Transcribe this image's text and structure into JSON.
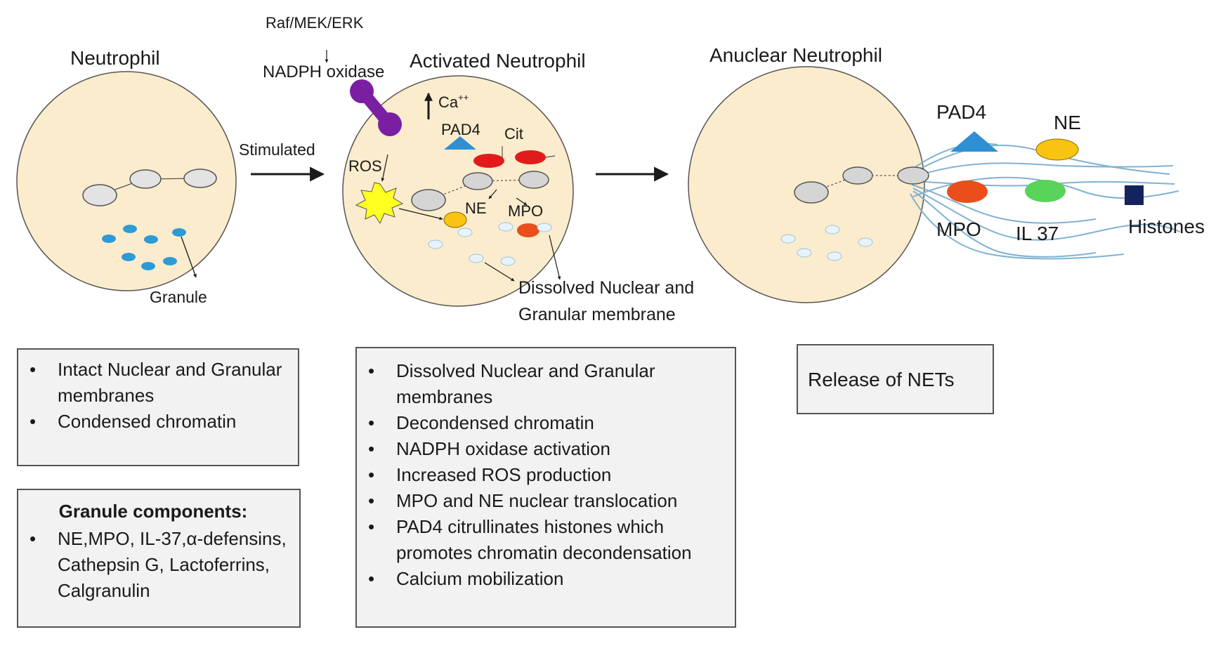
{
  "labels": {
    "neutrophil": "Neutrophil",
    "granule": "Granule",
    "stimulated": "Stimulated",
    "raf_mek_erk": "Raf/MEK/ERK",
    "nadph_oxidase": "NADPH oxidase",
    "activated_neutrophil": "Activated Neutrophil",
    "ca": "Ca",
    "ca_superscript": "++",
    "pad4_inner": "PAD4",
    "cit": "Cit",
    "ros": "ROS",
    "ne_inner": "NE",
    "mpo_inner": "MPO",
    "dissolved_line1": "Dissolved Nuclear and",
    "dissolved_line2": "Granular membrane",
    "anuclear_neutrophil": "Anuclear Neutrophil",
    "pad4_net": "PAD4",
    "ne_net": "NE",
    "mpo_net": "MPO",
    "il37_net": "IL 37",
    "histones": "Histones"
  },
  "boxes": {
    "neutrophil": {
      "items": [
        "Intact Nuclear and Granular membranes",
        "Condensed chromatin"
      ]
    },
    "granule_components": {
      "heading": "Granule components:",
      "items": [
        "NE,MPO, IL-37,α-defensins, Cathepsin G, Lactoferrins, Calgranulin"
      ]
    },
    "activated": {
      "items": [
        "Dissolved Nuclear and Granular membranes",
        "Decondensed chromatin",
        "NADPH oxidase activation",
        "Increased ROS production",
        "MPO and NE nuclear translocation",
        "PAD4 citrullinates histones which promotes chromatin decondensation",
        "Calcium mobilization"
      ]
    },
    "release": {
      "text": "Release of NETs"
    }
  },
  "colors": {
    "cell_fill": "#fbeccd",
    "nucleus_fill": "#e3e3e3",
    "granule_blue": "#2c9bd6",
    "granule_pale": "#e8f3fa",
    "nadph_purple": "#7b1fa2",
    "ros_yellow": "#ffff22",
    "pad4_blue": "#2f8fd3",
    "cit_red": "#e11b1b",
    "ne_yellow": "#f9c312",
    "mpo_red": "#e94e1b",
    "il37_green": "#5ad35a",
    "histone_navy": "#14225e",
    "net_fiber": "#7fb2d3"
  },
  "icons": [
    "arrow-right-icon",
    "arrow-up-icon",
    "nadph-oxidase-icon",
    "ros-burst-icon",
    "pad4-triangle-icon",
    "histone-square-icon"
  ]
}
